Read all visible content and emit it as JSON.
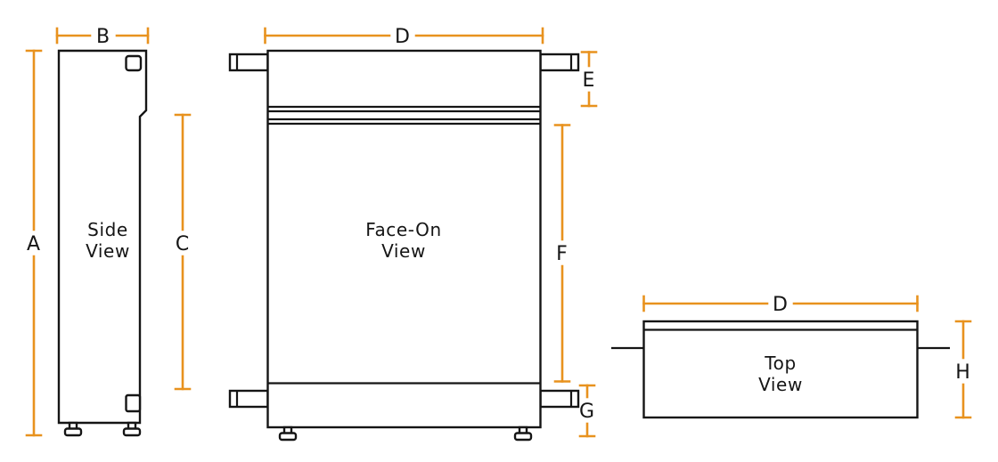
{
  "colors": {
    "dimension": "#E8921E",
    "outline": "#151515",
    "label_text": "#151515",
    "background": "#FFFFFF"
  },
  "views": {
    "side": {
      "title_line1": "Side",
      "title_line2": "View"
    },
    "face_on": {
      "title_line1": "Face-On",
      "title_line2": "View"
    },
    "top": {
      "title_line1": "Top",
      "title_line2": "View"
    }
  },
  "dimensions": {
    "a": {
      "label": "A"
    },
    "b": {
      "label": "B"
    },
    "c": {
      "label": "C"
    },
    "d_face": {
      "label": "D"
    },
    "e": {
      "label": "E"
    },
    "f": {
      "label": "F"
    },
    "g": {
      "label": "G"
    },
    "d_top": {
      "label": "D"
    },
    "h": {
      "label": "H"
    }
  }
}
